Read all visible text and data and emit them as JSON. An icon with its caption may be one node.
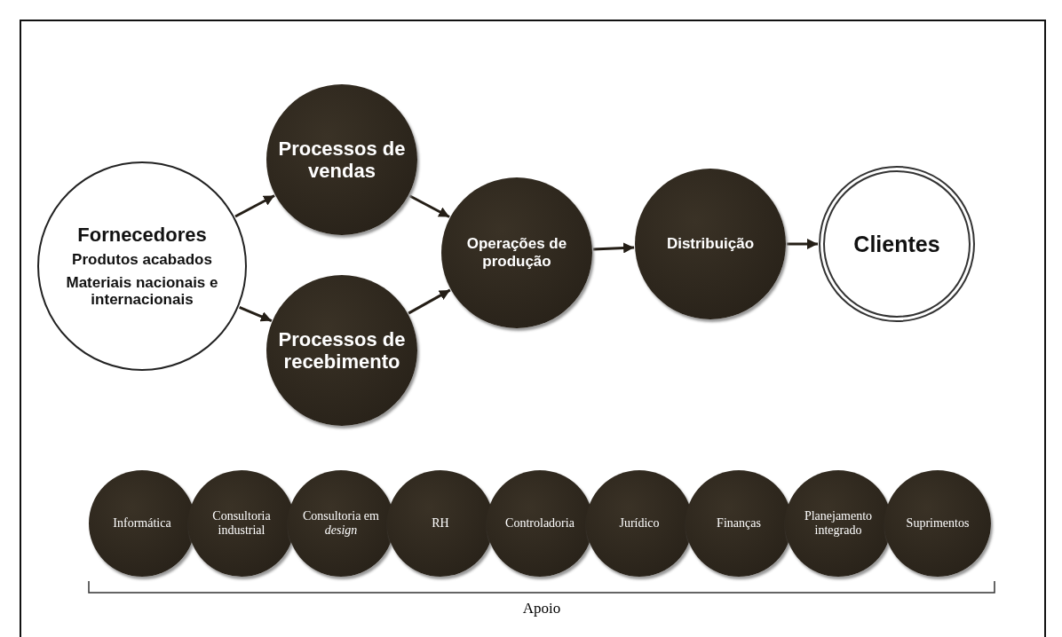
{
  "diagram": {
    "nodes": [
      {
        "text": [
          "Fornecedores",
          "Produtos acabados",
          "Materiais nacionais e internacionais"
        ]
      },
      {
        "text": [
          "Processos de vendas"
        ]
      },
      {
        "text": [
          "Processos de recebimento"
        ]
      },
      {
        "text": [
          "Operações de produção"
        ]
      },
      {
        "text": [
          "Distribuição"
        ]
      },
      {
        "text": [
          "Clientes"
        ]
      },
      {
        "text": [
          "Informática"
        ]
      },
      {
        "text": [
          "Consultoria industrial"
        ]
      },
      {
        "text": [
          "Consultoria em *design*"
        ]
      },
      {
        "text": [
          "RH"
        ]
      },
      {
        "text": [
          "Controladoria"
        ]
      },
      {
        "text": [
          "Jurídico"
        ]
      },
      {
        "text": [
          "Finanças"
        ]
      },
      {
        "text": [
          "Planejamento integrado"
        ]
      },
      {
        "text": [
          "Suprimentos"
        ]
      }
    ],
    "edges": [
      {
        "from": 0,
        "to": 1,
        "arrow": "to"
      },
      {
        "from": 0,
        "to": 2,
        "arrow": "to"
      },
      {
        "from": 1,
        "to": 3,
        "arrow": "to"
      },
      {
        "from": 2,
        "to": 3,
        "arrow": "to"
      },
      {
        "from": 3,
        "to": 4,
        "arrow": "to"
      },
      {
        "from": 4,
        "to": 5,
        "arrow": "to"
      }
    ],
    "labels": [
      "Apoio"
    ]
  }
}
